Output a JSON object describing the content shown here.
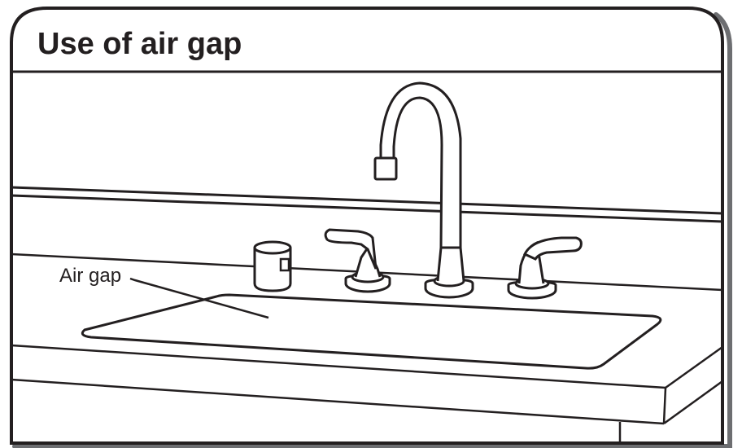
{
  "title": "Use of air gap",
  "callout": {
    "label": "Air gap"
  },
  "colors": {
    "line": "#231f20",
    "shadow": "#6d6e71",
    "background": "#ffffff"
  },
  "illustration": {
    "subject": "kitchen sink with gooseneck faucet, two lever handles and countertop air gap",
    "icons": [
      "sink-icon",
      "faucet-icon",
      "handle-icon",
      "air-gap-icon"
    ]
  }
}
